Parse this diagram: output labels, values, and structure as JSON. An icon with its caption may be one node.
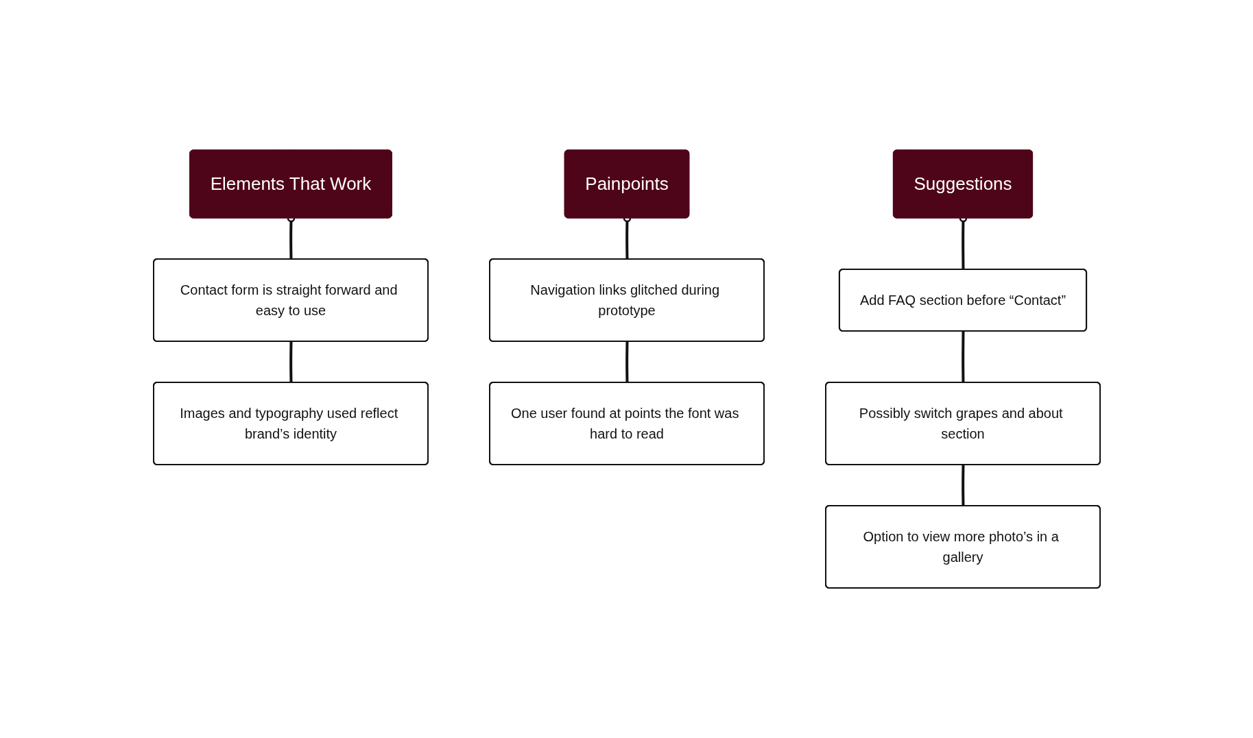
{
  "diagram": {
    "nodes": [
      {
        "text": [
          "Elements That Work"
        ]
      },
      {
        "text": [
          "Contact form is straight forward and easy to use"
        ]
      },
      {
        "text": [
          "Images and typography used reflect brand’s identity"
        ]
      },
      {
        "text": [
          "Painpoints"
        ]
      },
      {
        "text": [
          "Navigation links glitched during prototype"
        ]
      },
      {
        "text": [
          "One user found at points the font was hard to read"
        ]
      },
      {
        "text": [
          "Suggestions"
        ]
      },
      {
        "text": [
          "Add FAQ section before “Contact”"
        ]
      },
      {
        "text": [
          "Possibly switch grapes and about section"
        ]
      },
      {
        "text": [
          "Option to view more photo’s in a gallery"
        ]
      }
    ],
    "edges": [
      {
        "from": 0,
        "to": 1,
        "arrow": "other"
      },
      {
        "from": 1,
        "to": 2,
        "arrow": "none"
      },
      {
        "from": 3,
        "to": 4,
        "arrow": "other"
      },
      {
        "from": 4,
        "to": 5,
        "arrow": "none"
      },
      {
        "from": 6,
        "to": 7,
        "arrow": "other"
      },
      {
        "from": 7,
        "to": 8,
        "arrow": "none"
      },
      {
        "from": 8,
        "to": 9,
        "arrow": "none"
      }
    ]
  }
}
